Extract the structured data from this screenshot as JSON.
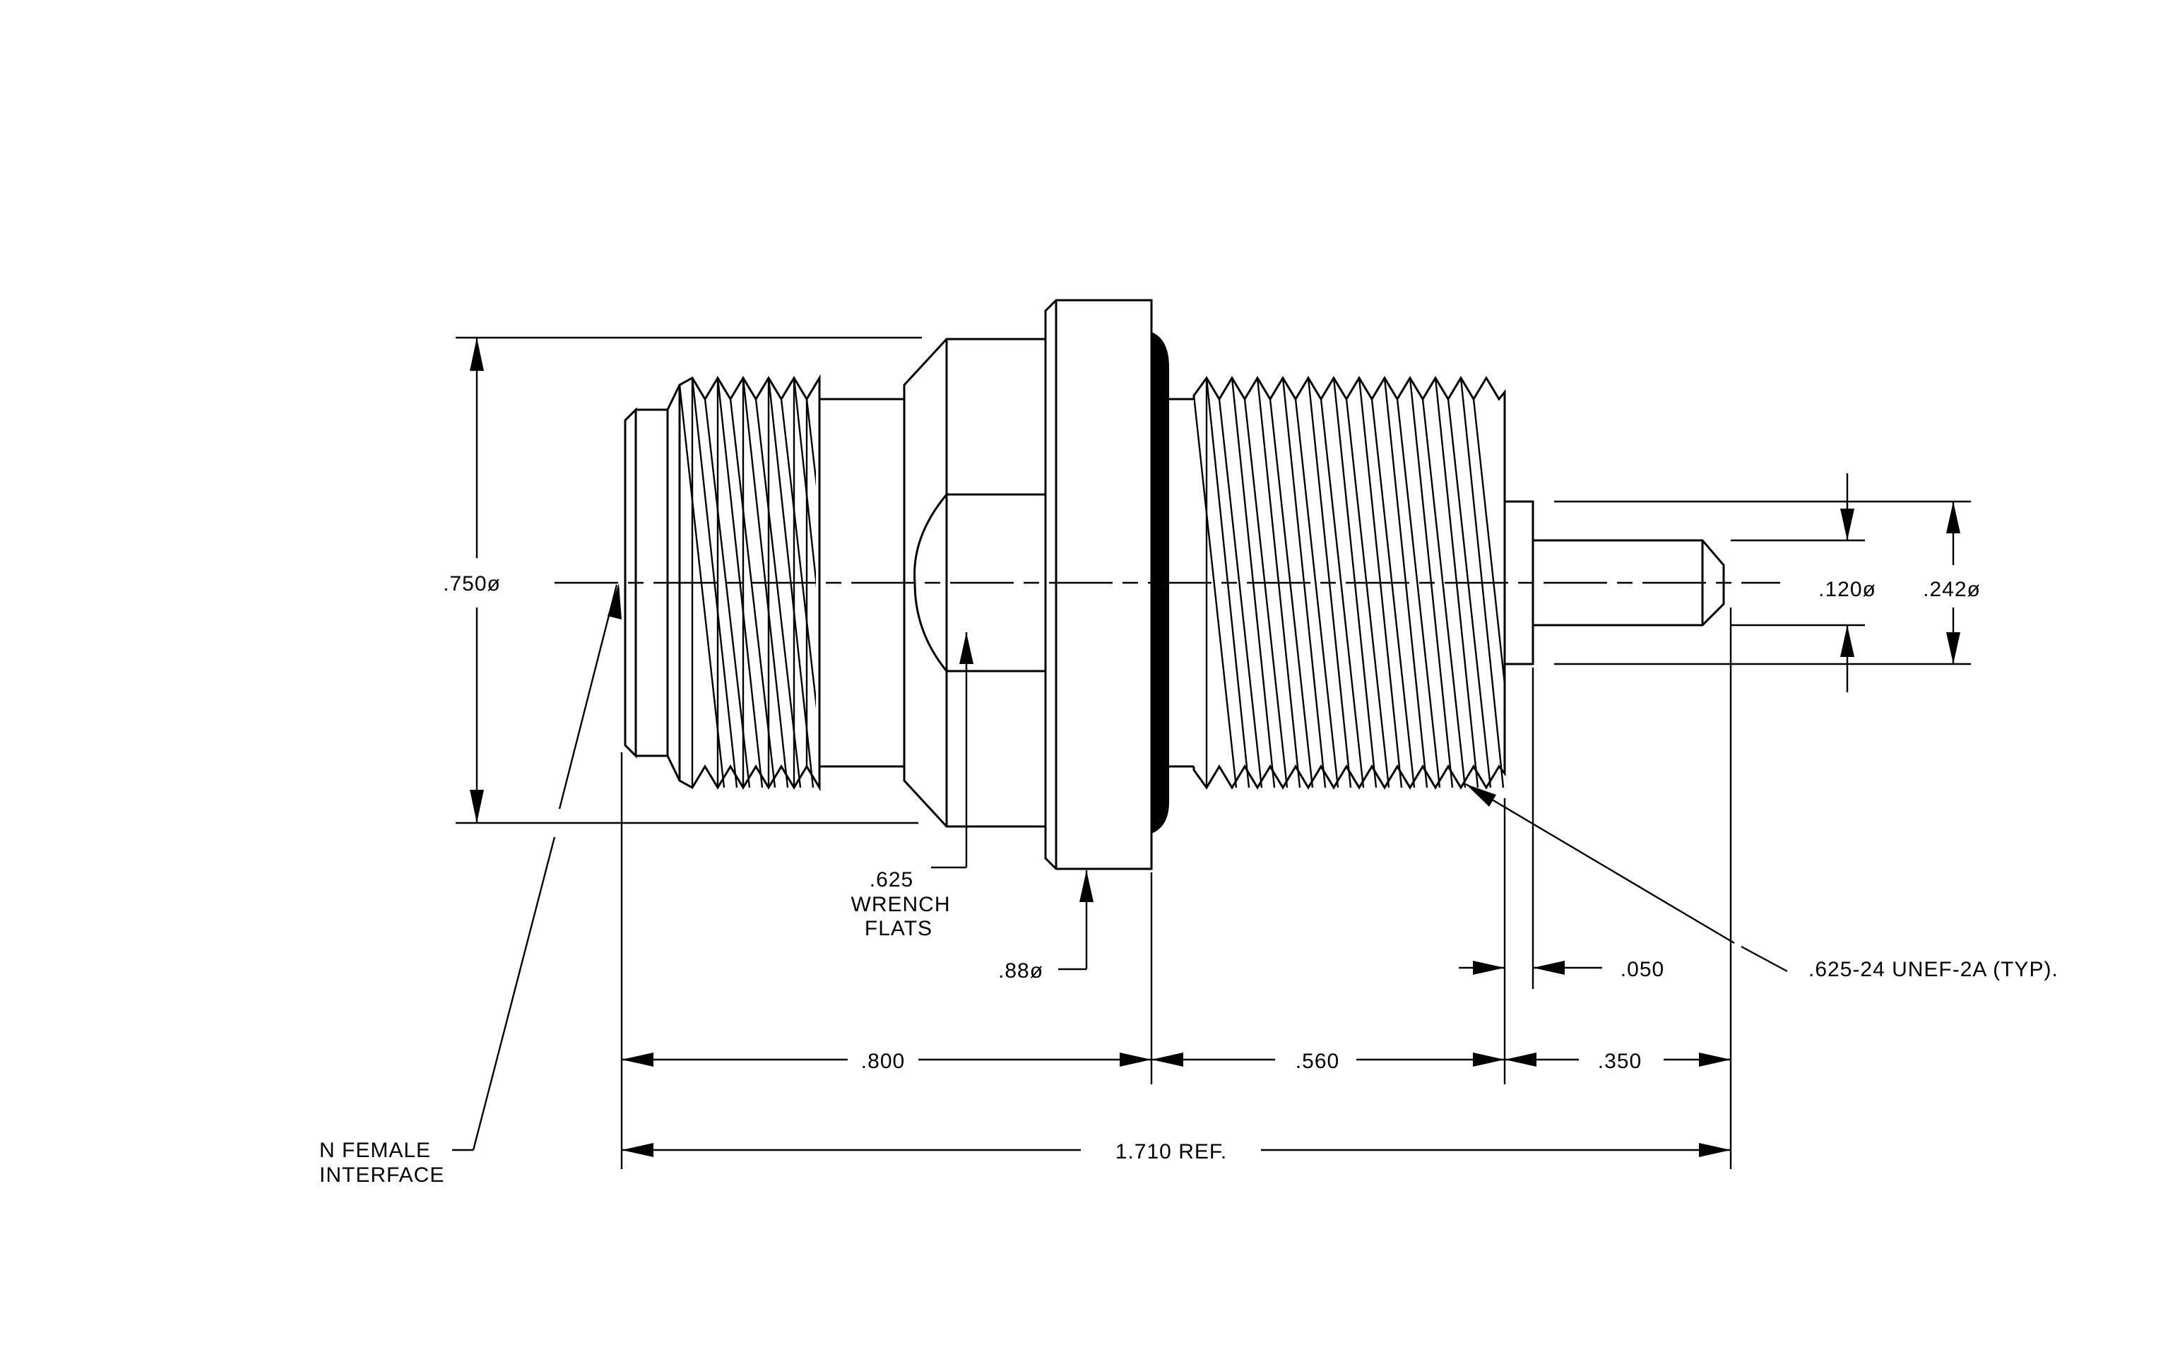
{
  "dimensions": {
    "dia_750": ".750ø",
    "dia_120": ".120ø",
    "dia_242": ".242ø",
    "dia_88": ".88ø",
    "len_800": ".800",
    "len_560": ".560",
    "len_350": ".350",
    "len_050": ".050",
    "overall": "1.710  REF."
  },
  "notes": {
    "wrench_line1": ".625",
    "wrench_line2": "WRENCH",
    "wrench_line3": "FLATS",
    "thread_spec": ".625-24  UNEF-2A  (TYP).",
    "interface_line1": "N  FEMALE",
    "interface_line2": "INTERFACE"
  }
}
